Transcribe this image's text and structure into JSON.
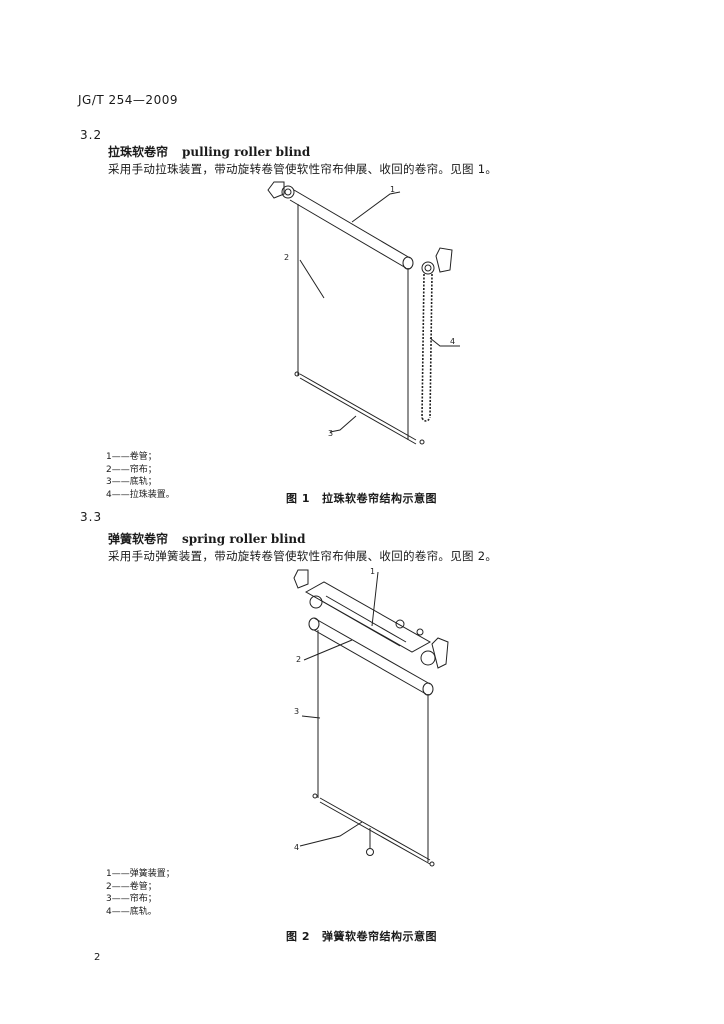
{
  "header": {
    "standard_code": "JG/T 254—2009"
  },
  "sections": [
    {
      "number": "3.2",
      "term_cn": "拉珠软卷帘",
      "term_en": "pulling roller blind",
      "definition": "采用手动拉珠装置，带动旋转卷管使软性帘布伸展、收回的卷帘。见图 1。",
      "figure": {
        "callouts": [
          "1",
          "2",
          "3",
          "4"
        ],
        "legend": [
          "1——卷管；",
          "2——帘布；",
          "3——底轨；",
          "4——拉珠装置。"
        ],
        "caption_number": "图 1",
        "caption_text": "拉珠软卷帘结构示意图"
      }
    },
    {
      "number": "3.3",
      "term_cn": "弹簧软卷帘",
      "term_en": "spring roller blind",
      "definition": "采用手动弹簧装置，带动旋转卷管使软性帘布伸展、收回的卷帘。见图 2。",
      "figure": {
        "callouts": [
          "1",
          "2",
          "3",
          "4"
        ],
        "legend": [
          "1——弹簧装置；",
          "2——卷管；",
          "3——帘布；",
          "4——底轨。"
        ],
        "caption_number": "图 2",
        "caption_text": "弹簧软卷帘结构示意图"
      }
    }
  ],
  "footer": {
    "page_number": "2"
  }
}
